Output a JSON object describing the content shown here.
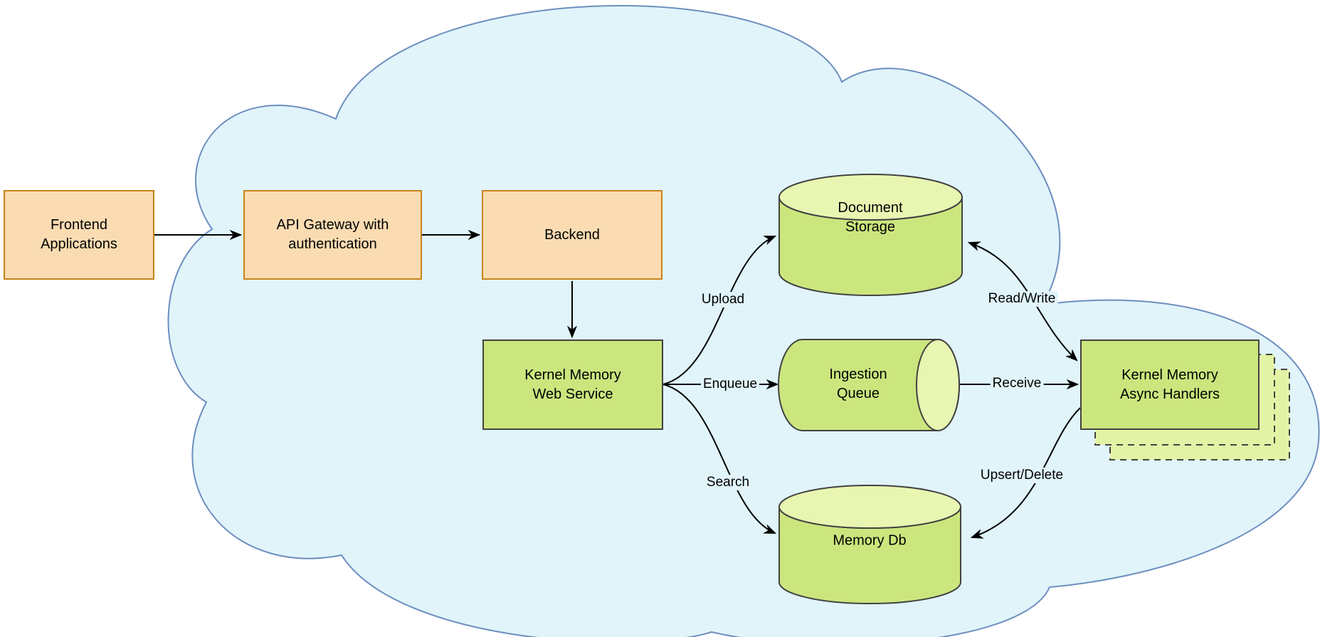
{
  "diagram": {
    "nodes": {
      "frontend": {
        "label": "Frontend\nApplications"
      },
      "api_gateway": {
        "label": "API Gateway with\nauthentication"
      },
      "backend": {
        "label": "Backend"
      },
      "km_web_service": {
        "label": "Kernel Memory\nWeb Service"
      },
      "document_storage": {
        "label": "Document\nStorage"
      },
      "ingestion_queue": {
        "label": "Ingestion\nQueue"
      },
      "memory_db": {
        "label": "Memory Db"
      },
      "km_async_handlers": {
        "label": "Kernel Memory\nAsync Handlers"
      }
    },
    "edges": {
      "upload": {
        "label": "Upload"
      },
      "enqueue": {
        "label": "Enqueue"
      },
      "search": {
        "label": "Search"
      },
      "read_write": {
        "label": "Read/Write"
      },
      "receive": {
        "label": "Receive"
      },
      "upsert_delete": {
        "label": "Upsert/Delete"
      }
    }
  },
  "colors": {
    "cloud_fill": "#E0F4FA",
    "cloud_stroke": "#6C8EBF",
    "orange_fill": "#FBDCB2",
    "orange_stroke": "#C8831D",
    "green_fill": "#CCE67E",
    "green_light": "#E8F6B2",
    "green_ghost": "#E3F3A5",
    "shape_stroke": "#424242",
    "edge_color": "#000000",
    "text_color": "#000000"
  }
}
